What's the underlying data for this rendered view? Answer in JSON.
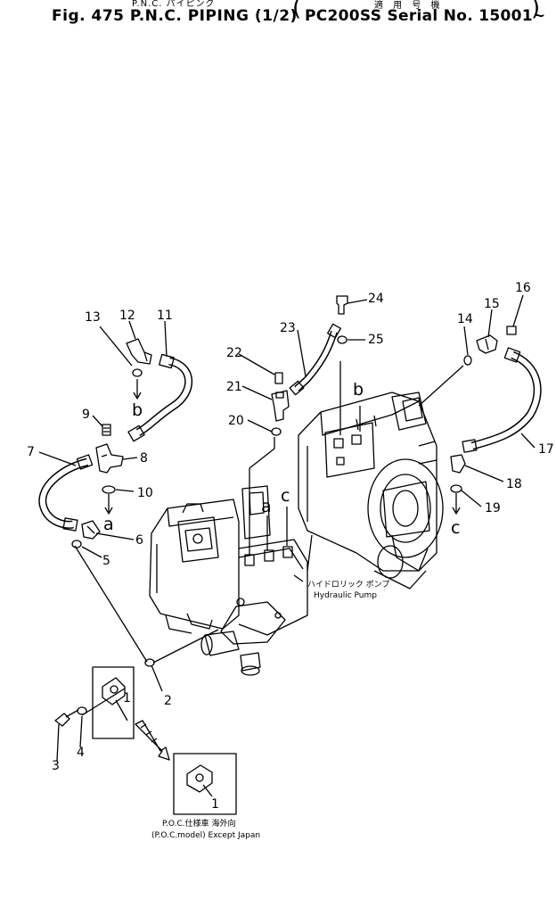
{
  "header": {
    "jp_left": "P.N.C. パイピング",
    "fig_title": "Fig. 475  P.N.C. PIPING (1/2)",
    "jp_right": "適 用 号 機",
    "serial": "PC200SS Serial No. 15001~",
    "paren_open": "(",
    "paren_close": ")"
  },
  "parts": {
    "p1a": "1",
    "p1b": "1",
    "p2": "2",
    "p3": "3",
    "p4": "4",
    "p5": "5",
    "p6": "6",
    "p7": "7",
    "p8": "8",
    "p9": "9",
    "p10": "10",
    "p11": "11",
    "p12": "12",
    "p13": "13",
    "p14": "14",
    "p15": "15",
    "p16": "16",
    "p17": "17",
    "p18": "18",
    "p19": "19",
    "p20": "20",
    "p21": "21",
    "p22": "22",
    "p23": "23",
    "p24": "24",
    "p25": "25"
  },
  "connectors": {
    "a1": "a",
    "a2": "a",
    "b1": "b",
    "b2": "b",
    "c1": "c",
    "c2": "c"
  },
  "labels": {
    "pump_jp": "ハイドロリック ポンプ",
    "pump_en": "Hydraulic Pump",
    "poc_jp": "P.O.C.仕様車 海外向",
    "poc_en": "(P.O.C.model) Except Japan"
  }
}
